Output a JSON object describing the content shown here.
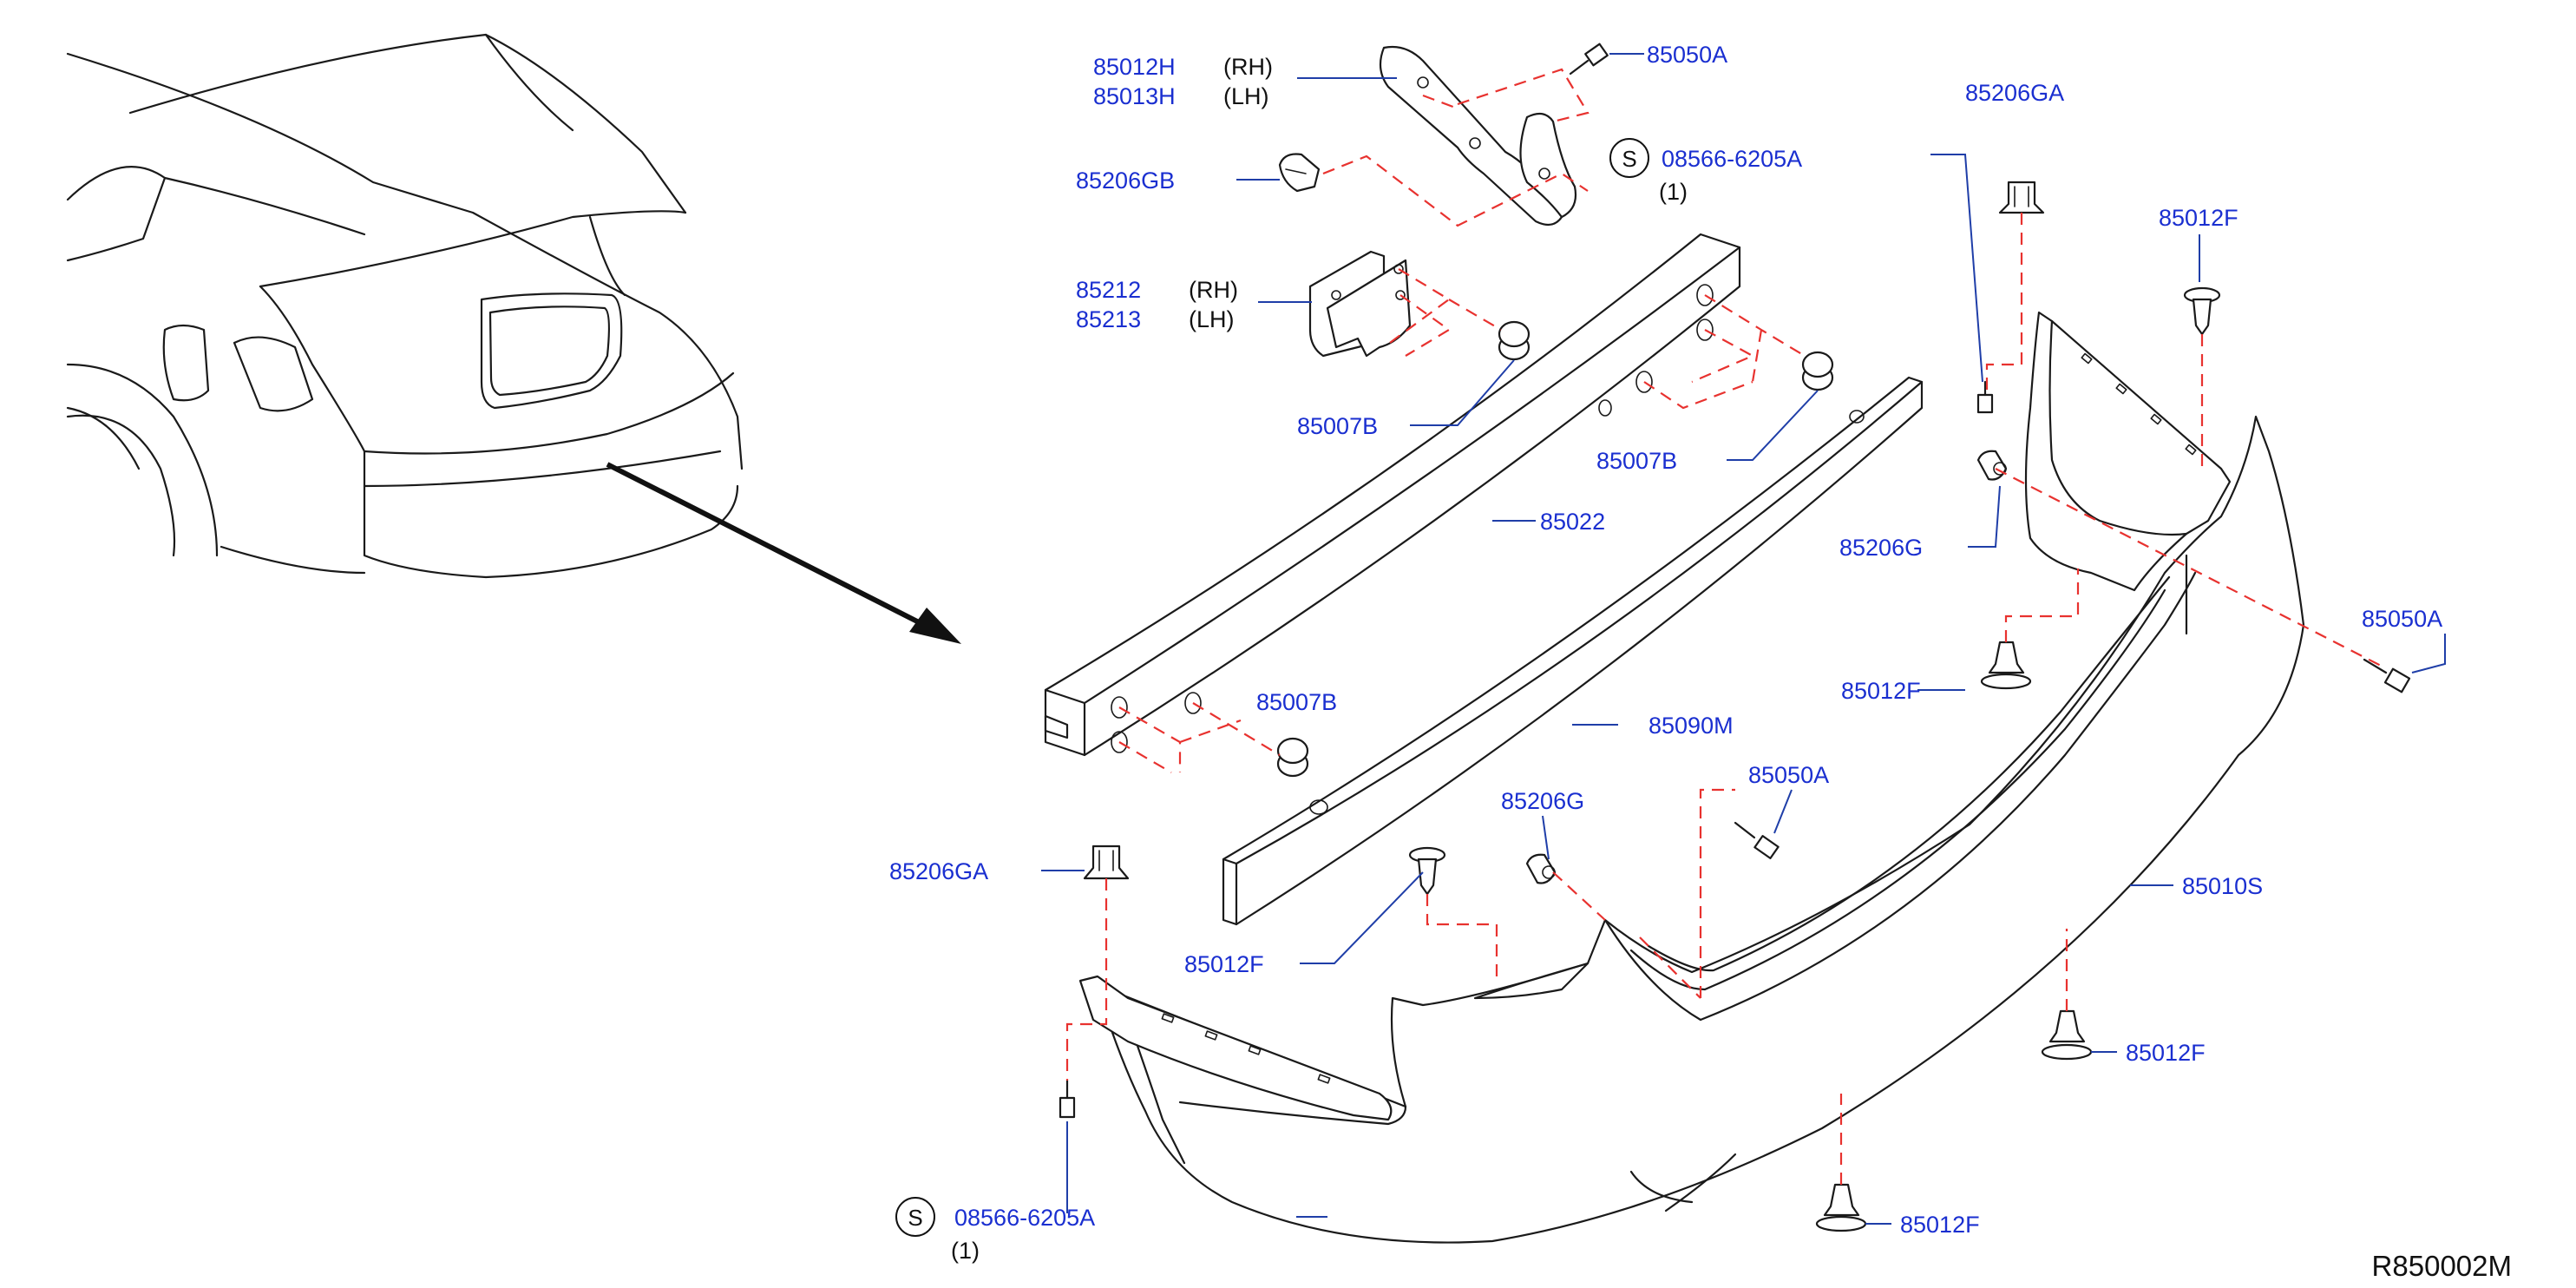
{
  "diagram": {
    "code": "R850002M",
    "labels": {
      "p85012H": "85012H",
      "p85013H": "85013H",
      "rh1": "(RH)",
      "lh1": "(LH)",
      "p85050A_top": "85050A",
      "p08566_top": "08566-6205A",
      "qty_top": "(1)",
      "s_top": "S",
      "p85206GB": "85206GB",
      "p85206GA_top": "85206GA",
      "p85012F_topright": "85012F",
      "p85212": "85212",
      "p85213": "85213",
      "rh2": "(RH)",
      "lh2": "(LH)",
      "p85007B_a": "85007B",
      "p85007B_b": "85007B",
      "p85007B_c": "85007B",
      "p85022": "85022",
      "p85206G_right": "85206G",
      "p85050A_right": "85050A",
      "p85012F_mid": "85012F",
      "p85090M": "85090M",
      "p85050A_mid": "85050A",
      "p85206G_mid": "85206G",
      "p85206GA_left": "85206GA",
      "p85012F_left": "85012F",
      "p85010S": "85010S",
      "p85012F_br": "85012F",
      "p85012F_bottom": "85012F",
      "p08566_bottom": "08566-6205A",
      "qty_bottom": "(1)",
      "s_bottom": "S"
    }
  }
}
